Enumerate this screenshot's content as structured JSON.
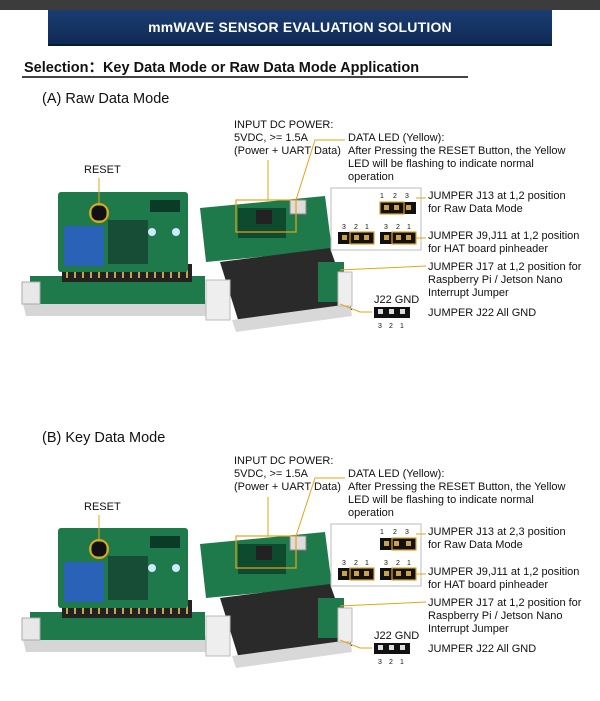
{
  "header": {
    "title": "mmWAVE SENSOR EVALUATION SOLUTION"
  },
  "section": {
    "title": "Selection：Key Data Mode or Raw Data Mode Application"
  },
  "colors": {
    "banner": "#163a6e",
    "callout": "#e6a416",
    "pcb": "#1e7a4a",
    "module": "#2a62b8"
  },
  "modes": [
    {
      "title": "(A) Raw Data Mode",
      "reset": "RESET",
      "power": [
        "INPUT DC POWER:",
        "5VDC, >= 1.5A",
        "(Power + UART Data)"
      ],
      "led": [
        "DATA LED (Yellow):",
        "After Pressing the RESET Button, the Yellow",
        "LED will be flashing to indicate normal",
        "operation"
      ],
      "j13": [
        "JUMPER J13 at 1,2 position",
        "for Raw Data Mode"
      ],
      "j9": [
        "JUMPER J9,J11 at 1,2 position",
        "for HAT board pinheader"
      ],
      "j17": [
        "JUMPER J17 at 1,2 position for",
        "Raspberry Pi / Jetson Nano",
        "Interrupt Jumper"
      ],
      "j22_title": "J22 GND",
      "j22": "JUMPER J22 All GND",
      "pins_123": [
        "1",
        "2",
        "3"
      ],
      "pins_321": [
        "3",
        "2",
        "1"
      ]
    },
    {
      "title": "(B) Key Data Mode",
      "reset": "RESET",
      "power": [
        "INPUT DC POWER:",
        "5VDC, >= 1.5A",
        "(Power + UART Data)"
      ],
      "led": [
        "DATA LED (Yellow):",
        "After Pressing the RESET Button, the Yellow",
        "LED will be flashing to indicate normal",
        "operation"
      ],
      "j13": [
        "JUMPER J13 at 2,3 position",
        "for Raw Data Mode"
      ],
      "j9": [
        "JUMPER J9,J11 at 1,2 position",
        "for HAT board pinheader"
      ],
      "j17": [
        "JUMPER J17 at 1,2 position for",
        "Raspberry Pi / Jetson Nano",
        "Interrupt Jumper"
      ],
      "j22_title": "J22 GND",
      "j22": "JUMPER J22 All GND",
      "pins_123": [
        "1",
        "2",
        "3"
      ],
      "pins_321": [
        "3",
        "2",
        "1"
      ]
    }
  ]
}
